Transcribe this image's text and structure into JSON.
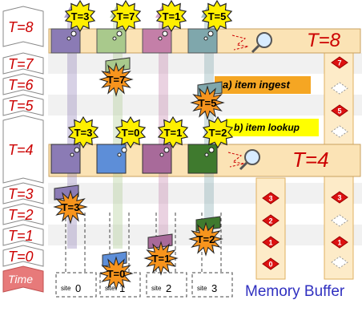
{
  "timeline": {
    "labels": [
      "T=8",
      "T=7",
      "T=6",
      "T=5",
      "T=4",
      "T=3",
      "T=2",
      "T=1",
      "T=0"
    ],
    "footer": "Time"
  },
  "sites": [
    "site 0",
    "site 1",
    "site 2",
    "site 3"
  ],
  "sites_site_word": "site",
  "sites_numbers": [
    "0",
    "1",
    "2",
    "3"
  ],
  "upper_block": {
    "label": "T=8",
    "bursts": [
      "T=3",
      "T=7",
      "T=1",
      "T=5"
    ]
  },
  "lower_block": {
    "label": "T=4",
    "bursts": [
      "T=3",
      "T=0",
      "T=1",
      "T=2"
    ]
  },
  "stars": {
    "s0": "T=3",
    "s1": "T=0",
    "s2": "T=1",
    "s3": "T=2",
    "s1b": "T=7",
    "s3b": "T=5"
  },
  "annotations": {
    "ingest": "a) item ingest",
    "lookup": "b) item lookup"
  },
  "memory_buffer": "Memory Buffer",
  "buffer_left": [
    "3",
    "2",
    "1",
    "0"
  ],
  "buffer_right": [
    "7",
    "",
    "5",
    "",
    "3",
    "",
    "1",
    ""
  ],
  "colors": {
    "site0": "#8B7BB5",
    "site1": "#A9C98C",
    "site2": "#C47FA8",
    "site3": "#7FA7AC",
    "site1_low": "#5D8ED8",
    "site2_low": "#A86A9A",
    "site3_low": "#3F7A2E",
    "accent": "#cc0000",
    "buffer_blue": "#3030c0"
  }
}
